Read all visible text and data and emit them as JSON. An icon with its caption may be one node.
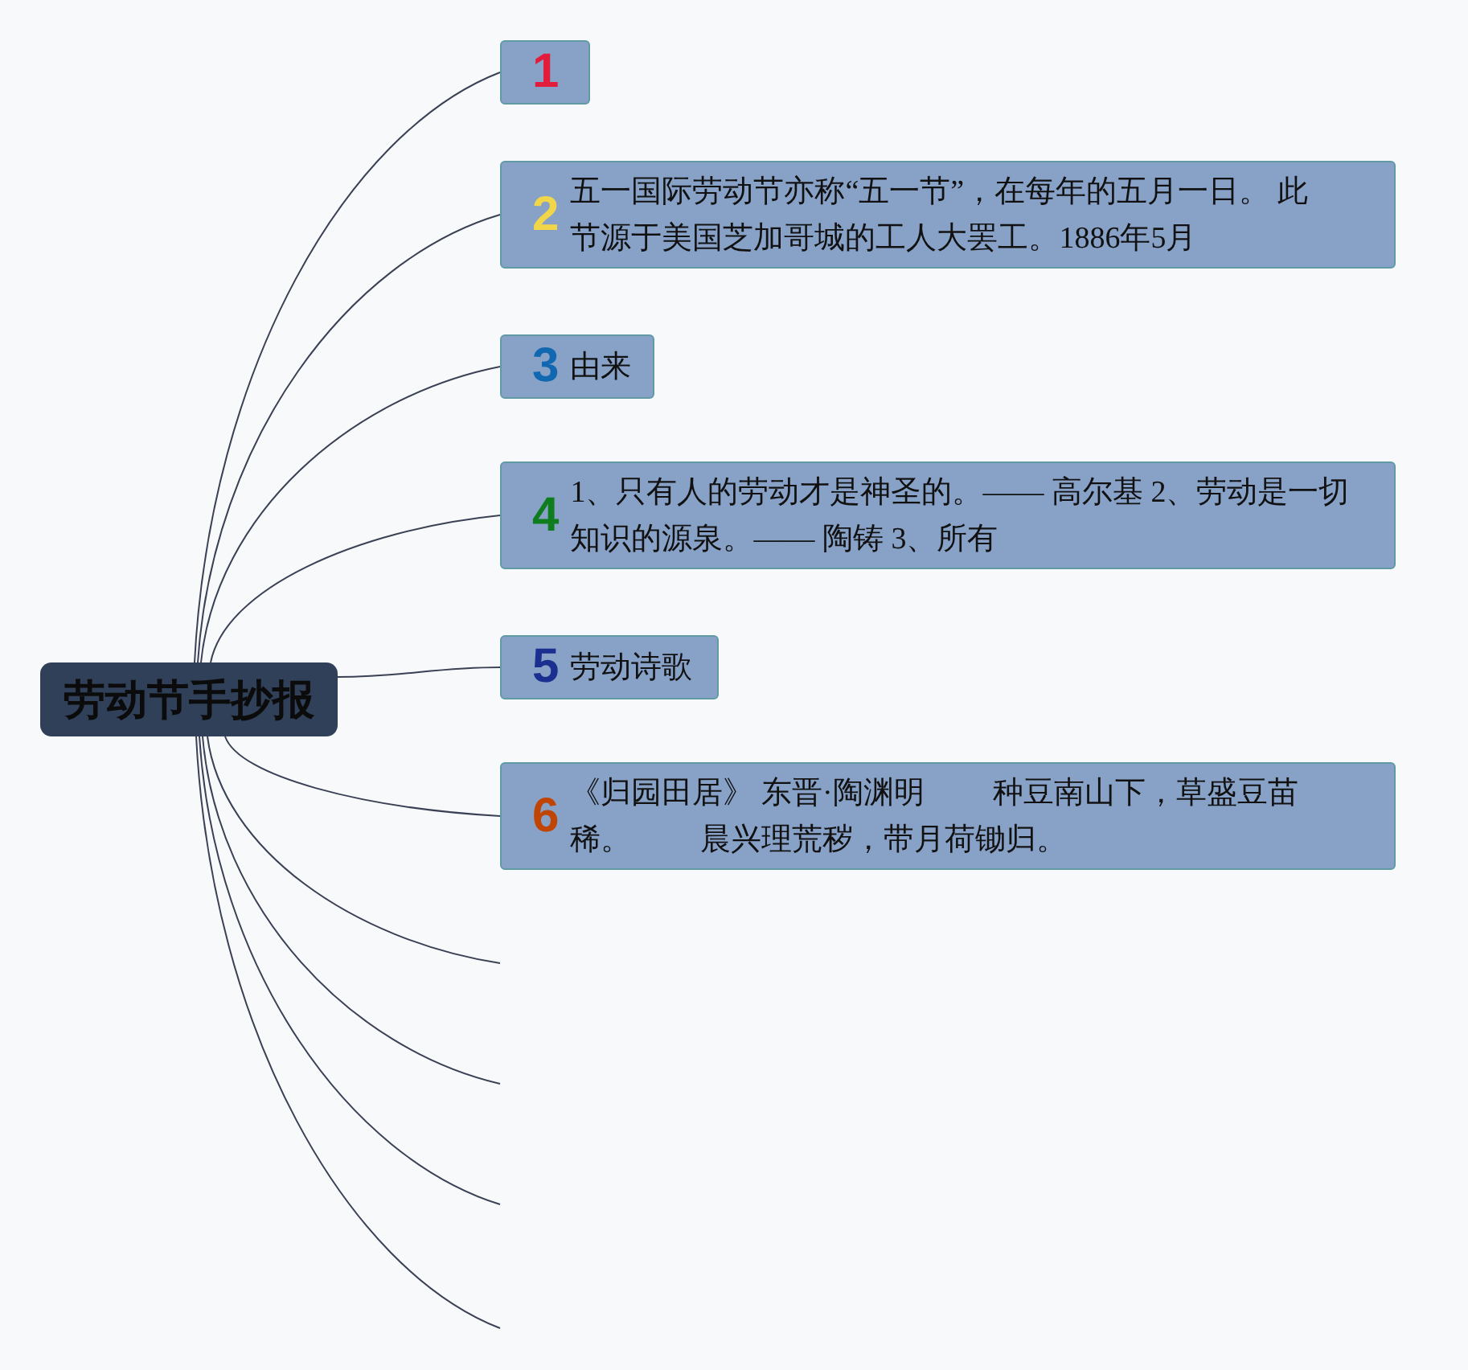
{
  "diagram": {
    "nodes": [
      {
        "text": [
          "劳动节手抄报"
        ]
      },
      {
        "text": [
          "1"
        ]
      },
      {
        "text": [
          "2",
          "五一国际劳动节亦称“五一节”，在每年的五月一日。 此节源于美国芝加哥城的工人大罢工。1886年5月"
        ]
      },
      {
        "text": [
          "3",
          "由来"
        ]
      },
      {
        "text": [
          "4",
          "1、只有人的劳动才是神圣的。—— 高尔基 2、劳动是一切知识的源泉。—— 陶铸 3、所有"
        ]
      },
      {
        "text": [
          "5",
          "劳动诗歌"
        ]
      },
      {
        "text": [
          "6",
          "《归园田居》 东晋·陶渊明         种豆南山下，草盛豆苗稀。         晨兴理荒秽，带月荷锄归。"
        ]
      }
    ],
    "edges": [
      {
        "from": 0,
        "to": 1,
        "arrow": "none"
      },
      {
        "from": 0,
        "to": 2,
        "arrow": "none"
      },
      {
        "from": 0,
        "to": 3,
        "arrow": "none"
      },
      {
        "from": 0,
        "to": 4,
        "arrow": "none"
      },
      {
        "from": 0,
        "to": 5,
        "arrow": "none"
      },
      {
        "from": 0,
        "to": 6,
        "arrow": "none"
      },
      {
        "from": 0,
        "to": null,
        "arrow": "none"
      },
      {
        "from": 0,
        "to": null,
        "arrow": "none"
      },
      {
        "from": 0,
        "to": null,
        "arrow": "none"
      },
      {
        "from": 0,
        "to": null,
        "arrow": "none"
      }
    ]
  }
}
